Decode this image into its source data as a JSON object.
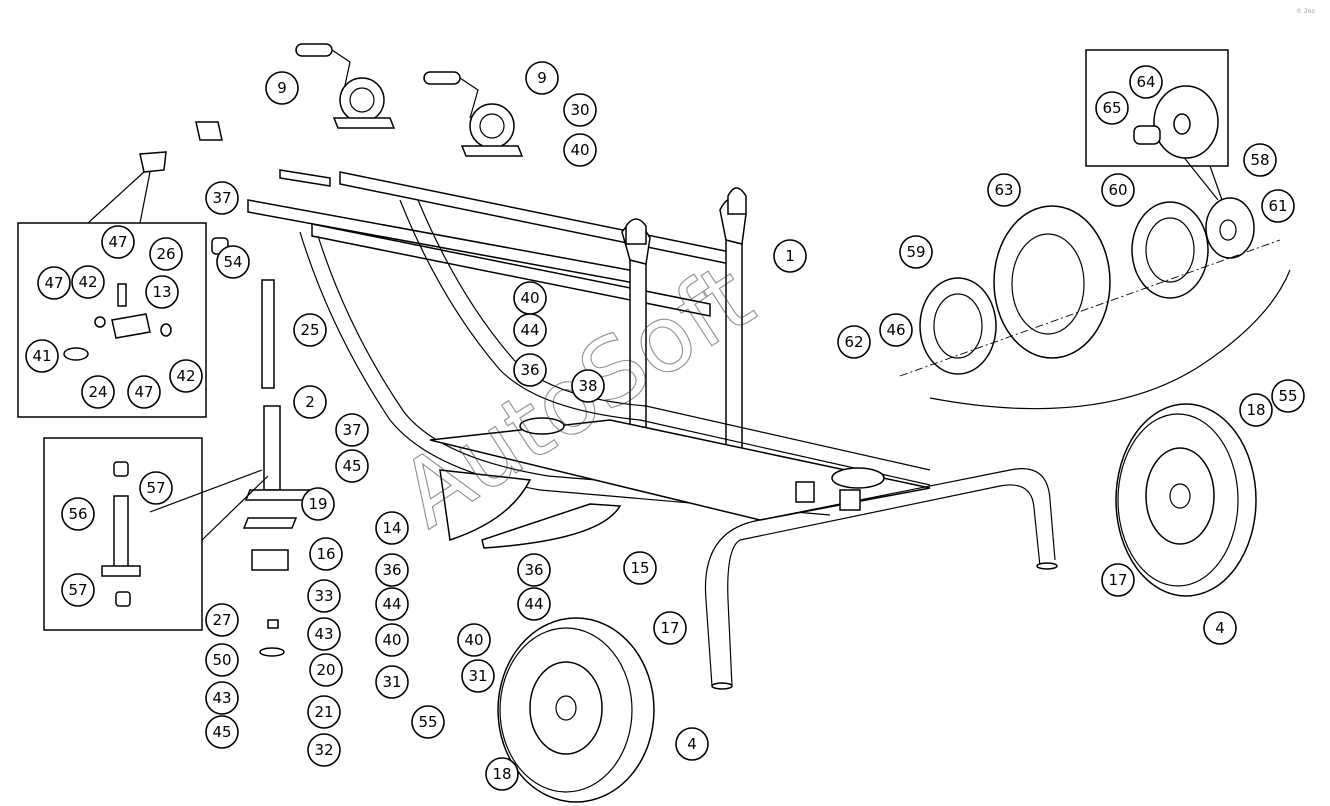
{
  "diagram": {
    "watermark": "AutoSoft",
    "corner_mark": "© 2oo",
    "callouts": [
      "9",
      "9",
      "30",
      "40",
      "1",
      "37",
      "54",
      "25",
      "2",
      "37",
      "45",
      "19",
      "16",
      "33",
      "27",
      "43",
      "20",
      "50",
      "43",
      "21",
      "45",
      "32",
      "14",
      "15",
      "36",
      "44",
      "40",
      "31",
      "36",
      "44",
      "40",
      "31",
      "38",
      "40",
      "44",
      "36",
      "47",
      "26",
      "47",
      "42",
      "13",
      "41",
      "24",
      "47",
      "42",
      "57",
      "56",
      "57",
      "64",
      "65",
      "58",
      "63",
      "60",
      "61",
      "59",
      "46",
      "62",
      "18",
      "55",
      "17",
      "4",
      "17",
      "4",
      "55",
      "18"
    ]
  }
}
